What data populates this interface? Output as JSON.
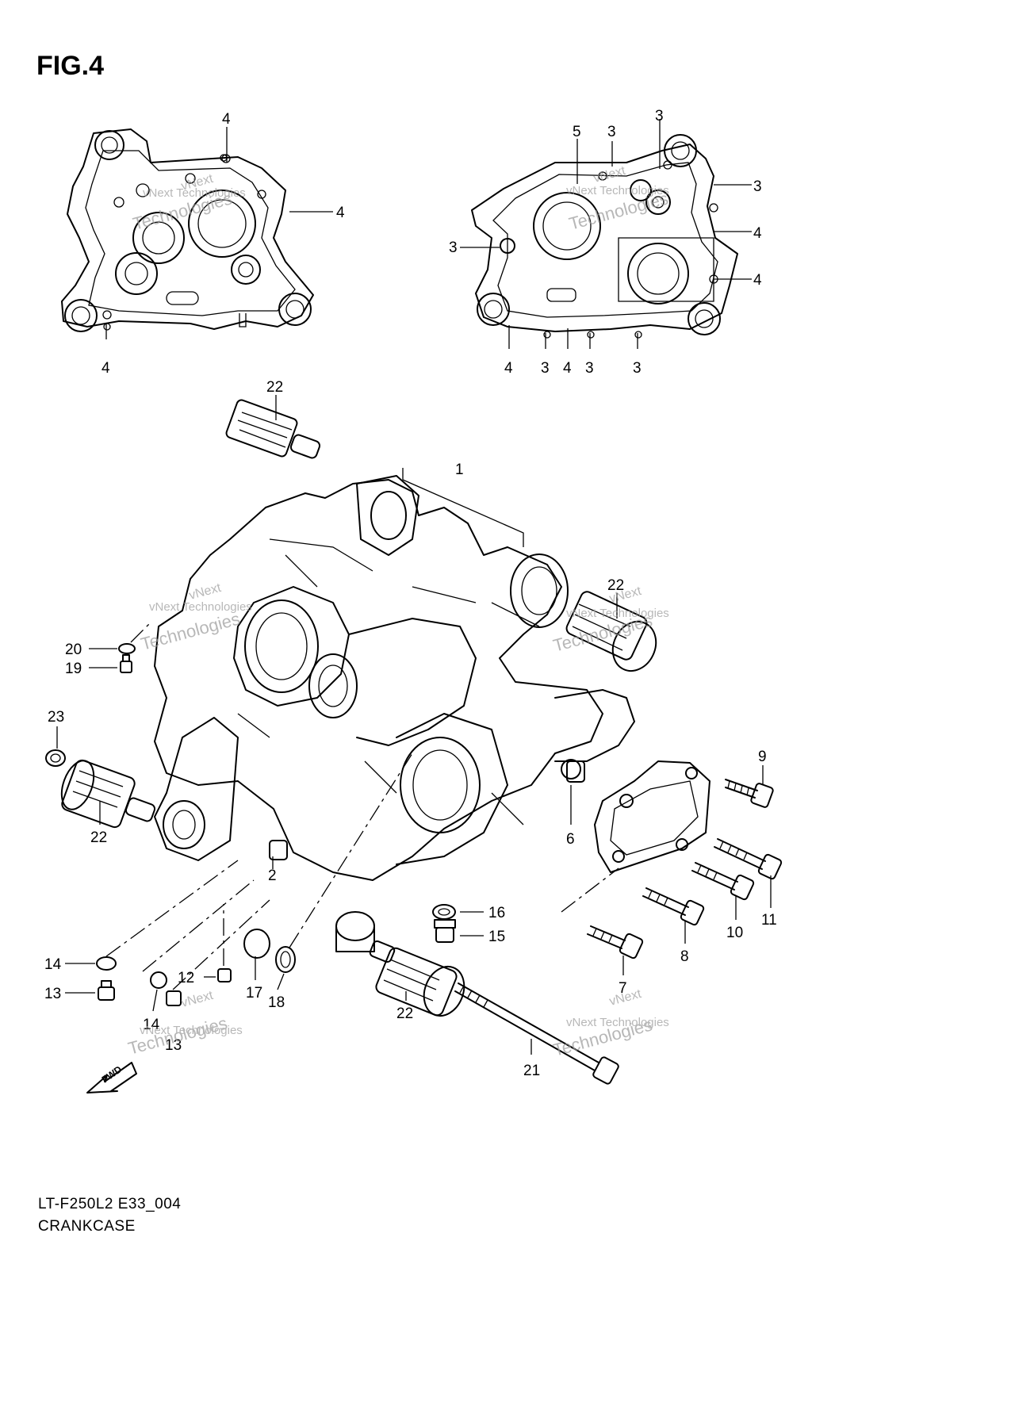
{
  "figure": {
    "title": "FIG.4",
    "code": "LT-F250L2 E33_004",
    "name": "CRANKCASE"
  },
  "watermark": {
    "line1": "vNext",
    "line2": "vNext Technologies",
    "line3": "Technologies"
  },
  "fwd_label": "FWD",
  "callouts": [
    {
      "id": "c-4-a",
      "text": "4"
    },
    {
      "id": "c-4-b",
      "text": "4"
    },
    {
      "id": "c-4-c",
      "text": "4"
    },
    {
      "id": "c-5",
      "text": "5"
    },
    {
      "id": "c-3-a",
      "text": "3"
    },
    {
      "id": "c-3-b",
      "text": "3"
    },
    {
      "id": "c-3-c",
      "text": "3"
    },
    {
      "id": "c-3-d",
      "text": "3"
    },
    {
      "id": "c-4-d",
      "text": "4"
    },
    {
      "id": "c-4-e",
      "text": "4"
    },
    {
      "id": "c-4-f",
      "text": "4"
    },
    {
      "id": "c-3-e",
      "text": "3"
    },
    {
      "id": "c-4-g",
      "text": "4"
    },
    {
      "id": "c-3-f",
      "text": "3"
    },
    {
      "id": "c-3-g",
      "text": "3"
    },
    {
      "id": "c-22-a",
      "text": "22"
    },
    {
      "id": "c-1",
      "text": "1"
    },
    {
      "id": "c-22-b",
      "text": "22"
    },
    {
      "id": "c-20",
      "text": "20"
    },
    {
      "id": "c-19",
      "text": "19"
    },
    {
      "id": "c-23",
      "text": "23"
    },
    {
      "id": "c-22-c",
      "text": "22"
    },
    {
      "id": "c-9",
      "text": "9"
    },
    {
      "id": "c-6",
      "text": "6"
    },
    {
      "id": "c-2",
      "text": "2"
    },
    {
      "id": "c-16",
      "text": "16"
    },
    {
      "id": "c-15",
      "text": "15"
    },
    {
      "id": "c-11",
      "text": "11"
    },
    {
      "id": "c-10",
      "text": "10"
    },
    {
      "id": "c-8",
      "text": "8"
    },
    {
      "id": "c-7",
      "text": "7"
    },
    {
      "id": "c-14-a",
      "text": "14"
    },
    {
      "id": "c-13-a",
      "text": "13"
    },
    {
      "id": "c-12",
      "text": "12"
    },
    {
      "id": "c-17",
      "text": "17"
    },
    {
      "id": "c-18",
      "text": "18"
    },
    {
      "id": "c-22-d",
      "text": "22"
    },
    {
      "id": "c-14-b",
      "text": "14"
    },
    {
      "id": "c-13-b",
      "text": "13"
    },
    {
      "id": "c-21",
      "text": "21"
    }
  ]
}
